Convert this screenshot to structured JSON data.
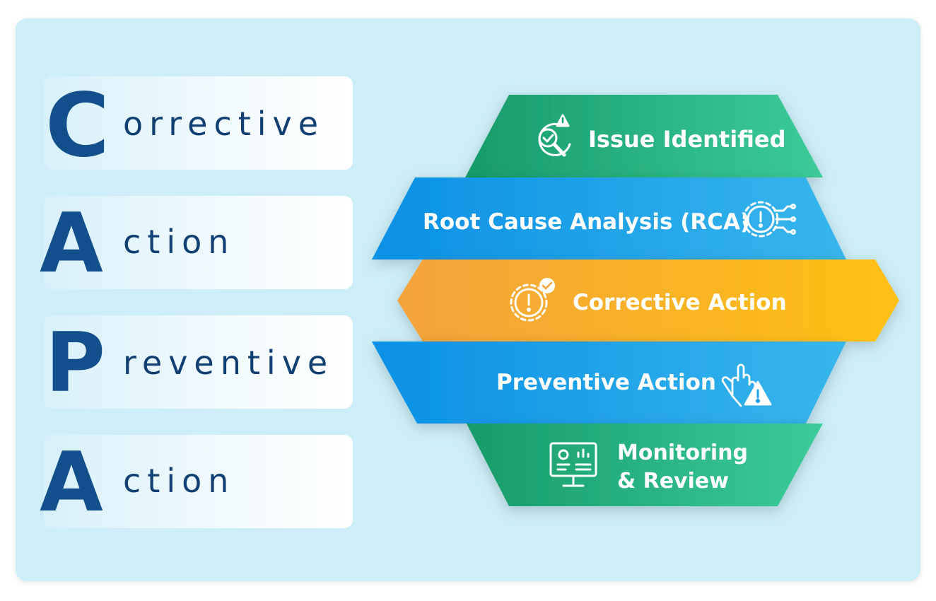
{
  "acronym": [
    {
      "letter": "C",
      "rest": "orrective"
    },
    {
      "letter": "A",
      "rest": "ction"
    },
    {
      "letter": "P",
      "rest": "reventive"
    },
    {
      "letter": "A",
      "rest": "ction"
    }
  ],
  "steps": [
    {
      "label": "Issue Identified",
      "icon": "issue-search-warning-icon"
    },
    {
      "label": "Root Cause Analysis (RCA)",
      "icon": "gear-circuit-alert-icon"
    },
    {
      "label": "Corrective Action",
      "icon": "gear-alert-check-icon"
    },
    {
      "label": "Preventive Action",
      "icon": "stop-hand-warning-icon"
    },
    {
      "label_line1": "Monitoring",
      "label_line2": "& Review",
      "icon": "monitor-dashboard-icon"
    }
  ],
  "colors": {
    "green_start": "#179b6a",
    "green_end": "#3ccb9a",
    "blue_start": "#0a90e6",
    "blue_end": "#38b6ec",
    "orange_start": "#f3a33c",
    "orange_end": "#fec112",
    "letter": "#134f8c",
    "text": "#0f3f73"
  }
}
